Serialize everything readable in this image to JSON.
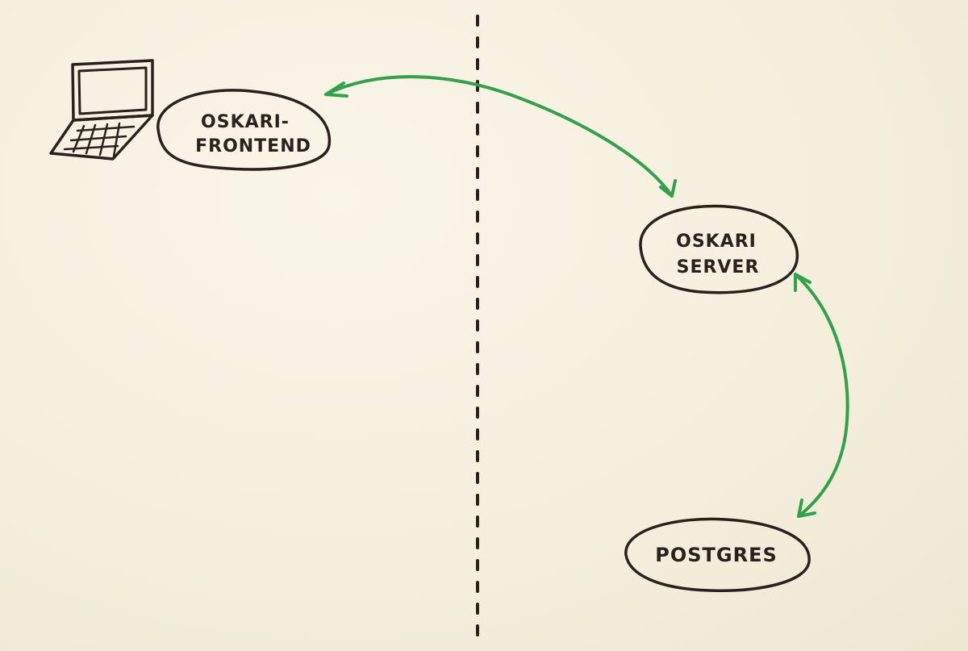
{
  "nodes": {
    "frontend": {
      "line1": "OSKARI-",
      "line2": "FRONTEND"
    },
    "server": {
      "line1": "OSKARI",
      "line2": "SERVER"
    },
    "database": {
      "label": "POSTGRES"
    }
  },
  "icons": {
    "client": "laptop-icon"
  },
  "colors": {
    "ink": "#2a201c",
    "arrow": "#34a04a",
    "paper": "#f6f1e1"
  }
}
